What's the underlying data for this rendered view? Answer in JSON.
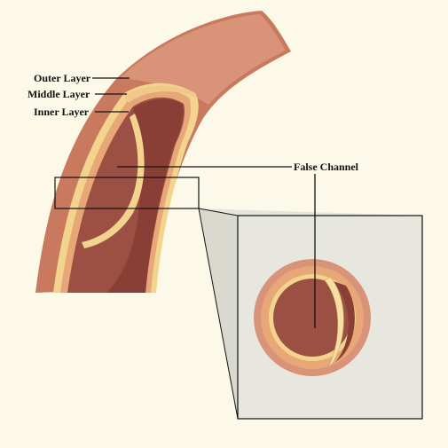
{
  "diagram": {
    "labels": {
      "outer_layer": "Outer Layer",
      "middle_layer": "Middle Layer",
      "inner_layer": "Inner Layer",
      "false_channel": "False Channel"
    },
    "colors": {
      "background": "#fdf9e9",
      "outer_wall": "#c97a5e",
      "middle_band": "#e7a777",
      "inner_band": "#f3d48f",
      "lumen": "#9c4f43",
      "lumen_dark": "#8a3f36",
      "zoom_panel": "#e8e7df"
    }
  }
}
